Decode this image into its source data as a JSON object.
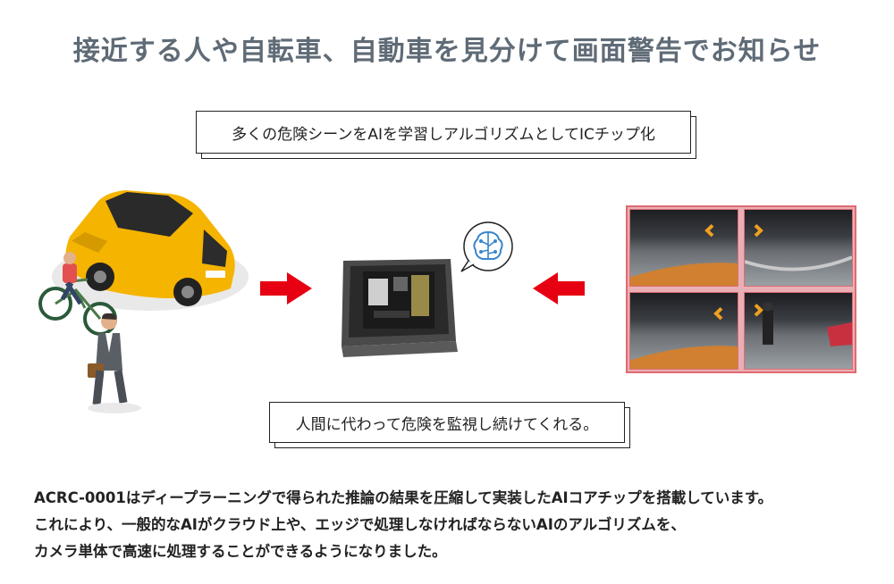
{
  "headline": "接近する人や自転車、自動車を見分けて画面警告でお知らせ",
  "callouts": {
    "top": "多くの危険シーンをAIを学習しアルゴリズムとしてICチップ化",
    "bottom": "人間に代わって危険を監視し続けてくれる。"
  },
  "body_lines": [
    "ACRC-0001はディープラーニングで得られた推論の結果を圧縮して実装したAIコアチップを搭載しています。",
    "これにより、一般的なAIがクラウド上や、エッジで処理しなければならないAIのアルゴリズムを、",
    "カメラ単体で高速に処理することができるようになりました。"
  ],
  "colors": {
    "headline": "#5f6b76",
    "arrow": "#e60012",
    "car": "#f5b400",
    "warning_border": "#e06a72",
    "chevron": "#f0a020"
  },
  "icons": {
    "brain": "brain-circuit-icon"
  }
}
